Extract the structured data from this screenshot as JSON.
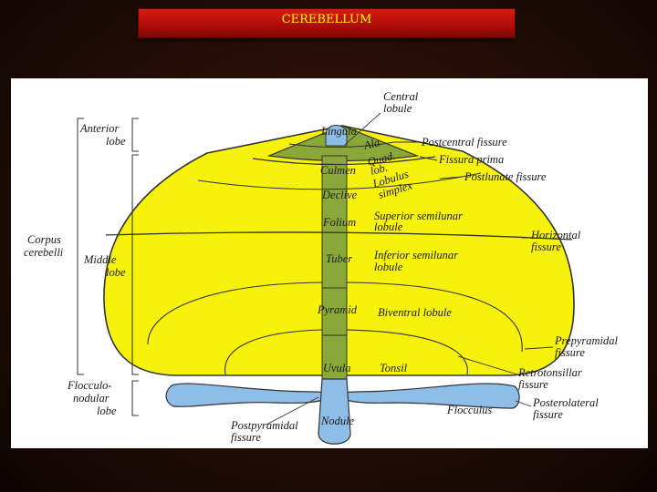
{
  "title": "CEREBELLUM",
  "colors": {
    "background": "#2a1008",
    "title_bar": "#c4120c",
    "title_text": "#ffff00",
    "hemisphere": "#f7f20c",
    "anterior_lobe": "#8aa83a",
    "vermis": "#8aa83a",
    "flocculonodular": "#8ebde8",
    "lines": "#333333"
  },
  "labels": {
    "central_lobule": [
      "Central",
      "lobule"
    ],
    "anterior_lobe": [
      "Anterior",
      "lobe"
    ],
    "corpus_cerebelli": [
      "Corpus",
      "cerebelli"
    ],
    "middle_lobe": [
      "Middle",
      "lobe"
    ],
    "flocculonodular_lobe": [
      "Flocculo-",
      "nodular",
      "lobe"
    ],
    "lingula": "Lingula",
    "ala": "Ala",
    "quad_lob": [
      "Quad.",
      "lob."
    ],
    "culmen": "Culmen",
    "lobulus_simplex": [
      "Lobulus",
      "simplex"
    ],
    "declive": "Declive",
    "folium": "Folium",
    "tuber": "Tuber",
    "pyramid": "Pyramid",
    "uvula": "Uvula",
    "nodule": "Nodule",
    "postcentral_fissure": "Postcentral fissure",
    "fissura_prima": "Fissura prima",
    "postlunate_fissure": "Postlunate fissure",
    "superior_semilunar_lobule": [
      "Superior semilunar",
      "lobule"
    ],
    "horizontal_fissure": [
      "Horizontal",
      "fissure"
    ],
    "inferior_semilunar_lobule": [
      "Inferior semilunar",
      "lobule"
    ],
    "biventral_lobule": "Biventral lobule",
    "prepyramidal_fissure": [
      "Prepyramidal",
      "fissure"
    ],
    "tonsil": "Tonsil",
    "retrotonsillar_fissure": [
      "Retrotonsillar",
      "fissure"
    ],
    "flocculus": "Flocculus",
    "posterolateral_fissure": [
      "Posterolateral",
      "fissure"
    ],
    "postpyramidal_fissure": [
      "Postpyramidal",
      "fissure"
    ]
  }
}
